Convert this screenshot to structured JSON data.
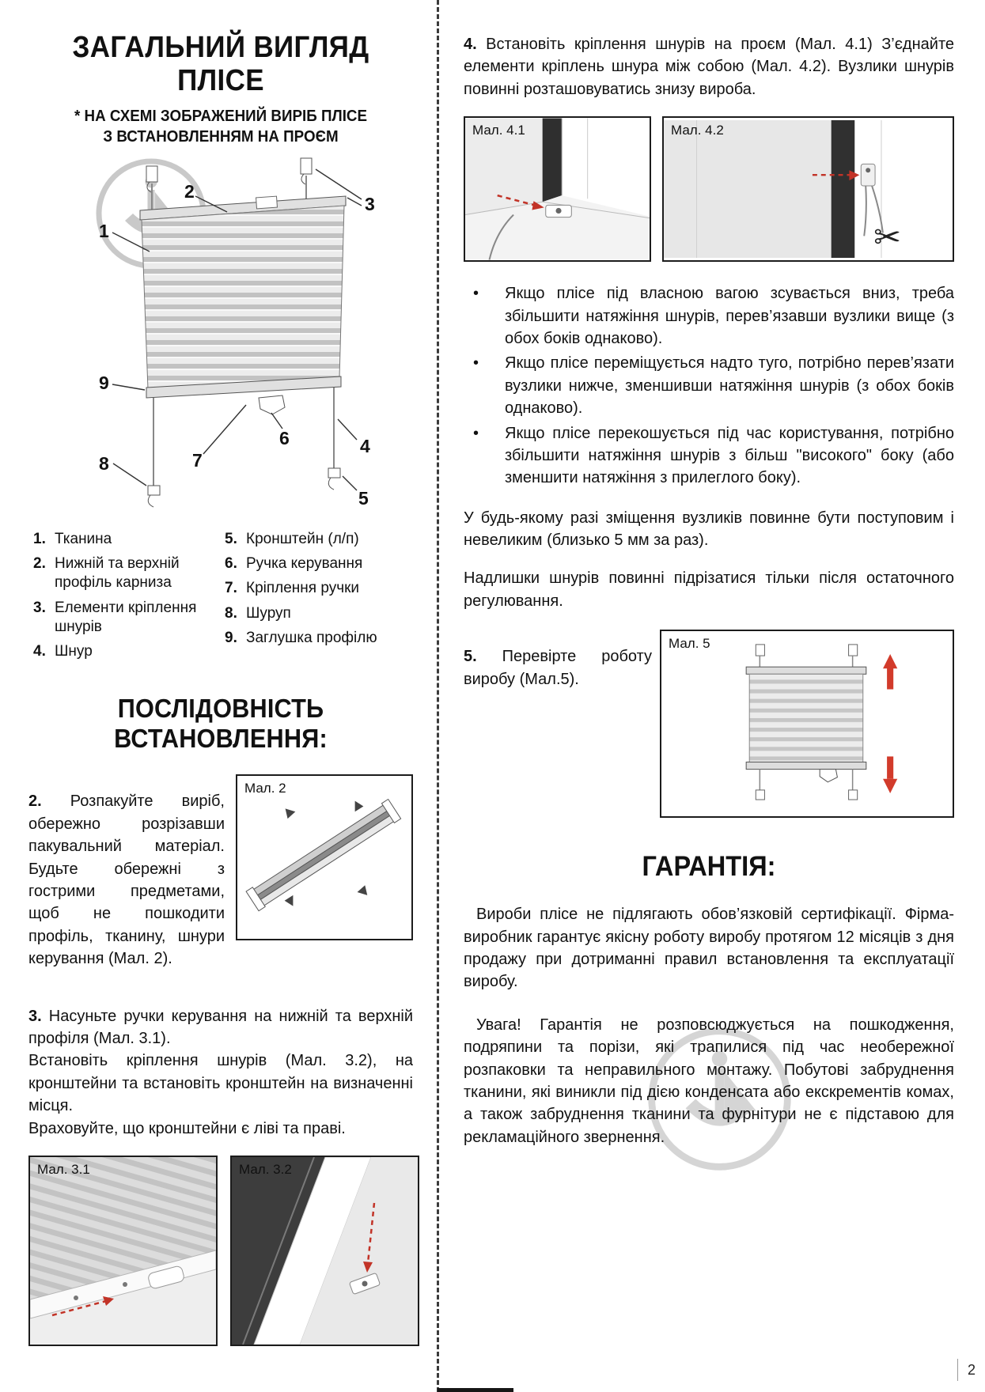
{
  "page": {
    "number": "2"
  },
  "colors": {
    "accent_red": "#c23327",
    "watermark_gray": "#b9b9b9"
  },
  "icons": {
    "scissors": "✂"
  },
  "left": {
    "title_line1": "ЗАГАЛЬНИЙ ВИГЛЯД",
    "title_line2": "ПЛІСЕ",
    "subtitle_line1": "* НА СХЕМІ ЗОБРАЖЕНИЙ ВИРІБ ПЛІСЕ",
    "subtitle_line2": "З ВСТАНОВЛЕННЯМ НА ПРОЄМ",
    "legend_col1": [
      {
        "num": "1.",
        "text": "Тканина"
      },
      {
        "num": "2.",
        "text": "Нижній та верхній профіль карниза"
      },
      {
        "num": "3.",
        "text": "Елементи кріплення шнурів"
      },
      {
        "num": "4.",
        "text": "Шнур"
      }
    ],
    "legend_col2": [
      {
        "num": "5.",
        "text": "Кронштейн (л/п)"
      },
      {
        "num": "6.",
        "text": "Ручка керування"
      },
      {
        "num": "7.",
        "text": "Кріплення ручки"
      },
      {
        "num": "8.",
        "text": "Шуруп"
      },
      {
        "num": "9.",
        "text": "Заглушка профілю"
      }
    ],
    "sequence_title": "ПОСЛІДОВНІСТЬ ВСТАНОВЛЕННЯ:",
    "step2_num": "2.",
    "step2_text": " Розпакуйте виріб, обережно розрізавши пакувальний матеріал. Будьте обережні з гострими предметами, щоб не пошкодити профіль, тканину, шнури керування (Мал. 2).",
    "step3_num": "3.",
    "step3_line1": " Насуньте ручки керування на нижній та верхній профіля (Мал. 3.1).",
    "step3_line2": "Встановіть кріплення шнурів (Мал. 3.2), на кронштейни та встановіть кронштейн на визначенні місця.",
    "step3_line3": "Враховуйте, що кронштейни є ліві та праві."
  },
  "right": {
    "step4_num": "4.",
    "step4_text": " Встановіть кріплення шнурів на проєм (Мал. 4.1) З’єднайте елементи кріплень шнура між собою (Мал. 4.2). Вузлики шнурів повинні розташовуватись знизу вироба.",
    "bullets": [
      "Якщо плісе під власною вагою зсувається вниз, треба збільшити натяжіння шнурів, перев’язавши вузлики вище (з обох боків однаково).",
      "Якщо плісе переміщується надто туго, потрібно перев’язати вузлики нижче, зменшивши натяжіння шнурів (з обох боків однаково).",
      "Якщо плісе перекошується під час користування, потрібно збільшити натяжіння шнурів з більш \"високого\" боку (або зменшити натяжіння з прилеглого боку)."
    ],
    "note1": "У будь-якому разі зміщення вузликів повинне бути поступовим і невеликим (близько 5 мм за раз).",
    "note2": "Надлишки шнурів повинні підрізатися тільки після остаточного регулювання.",
    "step5_num": "5.",
    "step5_text": " Перевірте роботу виробу (Мал.5).",
    "warranty_title": "ГАРАНТІЯ:",
    "warranty_p1": "Вироби плісе не підлягають обов’язковій сертифікації. Фірма-виробник гарантує якісну роботу виробу протягом 12 місяців з дня продажу при дотриманні правил встановлення та експлуатації виробу.",
    "warranty_p2": "Увага! Гарантія не розповсюджується на пошкодження, подряпини та порізи, які трапилися під час необережної розпаковки та неправильного монтажу. Побутові забруднення тканини, які виникли під дією конденсата або екскрементів комах, а також забруднення тканини та фурнітури не є підставою для рекламаційного звернення."
  },
  "figures": {
    "fig2": "Мал. 2",
    "fig31": "Мал. 3.1",
    "fig32": "Мал. 3.2",
    "fig41": "Мал. 4.1",
    "fig42": "Мал. 4.2",
    "fig5": "Мал. 5"
  },
  "diagram": {
    "callouts": [
      "1",
      "2",
      "3",
      "4",
      "5",
      "6",
      "7",
      "8",
      "9"
    ]
  }
}
